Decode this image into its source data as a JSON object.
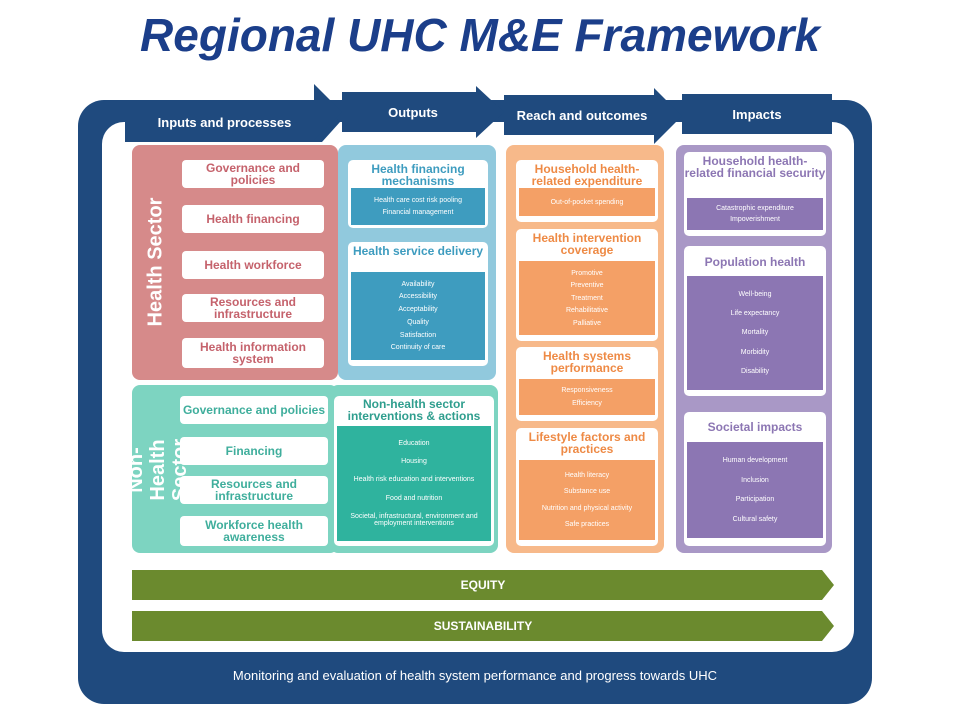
{
  "title": "Regional UHC M&E Framework",
  "headers": [
    "Inputs and processes",
    "Outputs",
    "Reach and outcomes",
    "Impacts"
  ],
  "sectors": {
    "health": "Health Sector",
    "non_health": "Non-Health Sector"
  },
  "health_inputs": [
    "Governance and policies",
    "Health financing",
    "Health workforce",
    "Resources and infrastructure",
    "Health information system"
  ],
  "non_health_inputs": [
    "Governance and policies",
    "Financing",
    "Resources and infrastructure",
    "Workforce health awareness"
  ],
  "outputs": [
    {
      "title": "Health financing mechanisms",
      "items": [
        "Health care cost risk pooling",
        "Financial management"
      ]
    },
    {
      "title": "Health service delivery",
      "items": [
        "Availability",
        "Accessibility",
        "Acceptability",
        "Quality",
        "Satisfaction",
        "Continuity of care"
      ]
    },
    {
      "title": "Non-health sector interventions & actions",
      "items": [
        "Education",
        "Housing",
        "Health risk education and interventions",
        "Food and nutrition",
        "Societal, infrastructural, environment and employment interventions"
      ]
    }
  ],
  "outcomes": [
    {
      "title": "Household health-related expenditure",
      "items": [
        "Out-of-pocket spending"
      ]
    },
    {
      "title": "Health intervention coverage",
      "items": [
        "Promotive",
        "Preventive",
        "Treatment",
        "Rehabilitative",
        "Palliative"
      ]
    },
    {
      "title": "Health systems performance",
      "items": [
        "Responsiveness",
        "Efficiency"
      ]
    },
    {
      "title": "Lifestyle factors and practices",
      "items": [
        "Health literacy",
        "Substance use",
        "Nutrition and physical activity",
        "Safe practices"
      ]
    }
  ],
  "impacts": [
    {
      "title": "Household health-related financial security",
      "items": [
        "Catastrophic expenditure",
        "Impoverishment"
      ]
    },
    {
      "title": "Population health",
      "items": [
        "Well-being",
        "Life expectancy",
        "Mortality",
        "Morbidity",
        "Disability"
      ]
    },
    {
      "title": "Societal impacts",
      "items": [
        "Human development",
        "Inclusion",
        "Participation",
        "Cultural safety"
      ]
    }
  ],
  "equity": "EQUITY",
  "sustainability": "SUSTAINABILITY",
  "footer": "Monitoring and evaluation of health system performance and progress towards UHC",
  "colors": {
    "navy": "#1f4a7e",
    "title": "#1b3e8a",
    "health": "#d68a8a",
    "non_health": "#7dd4c1",
    "outputs": "#91c9dd",
    "outcomes": "#f7b98a",
    "impacts": "#a998c6",
    "bar": "#6b8a2e"
  }
}
